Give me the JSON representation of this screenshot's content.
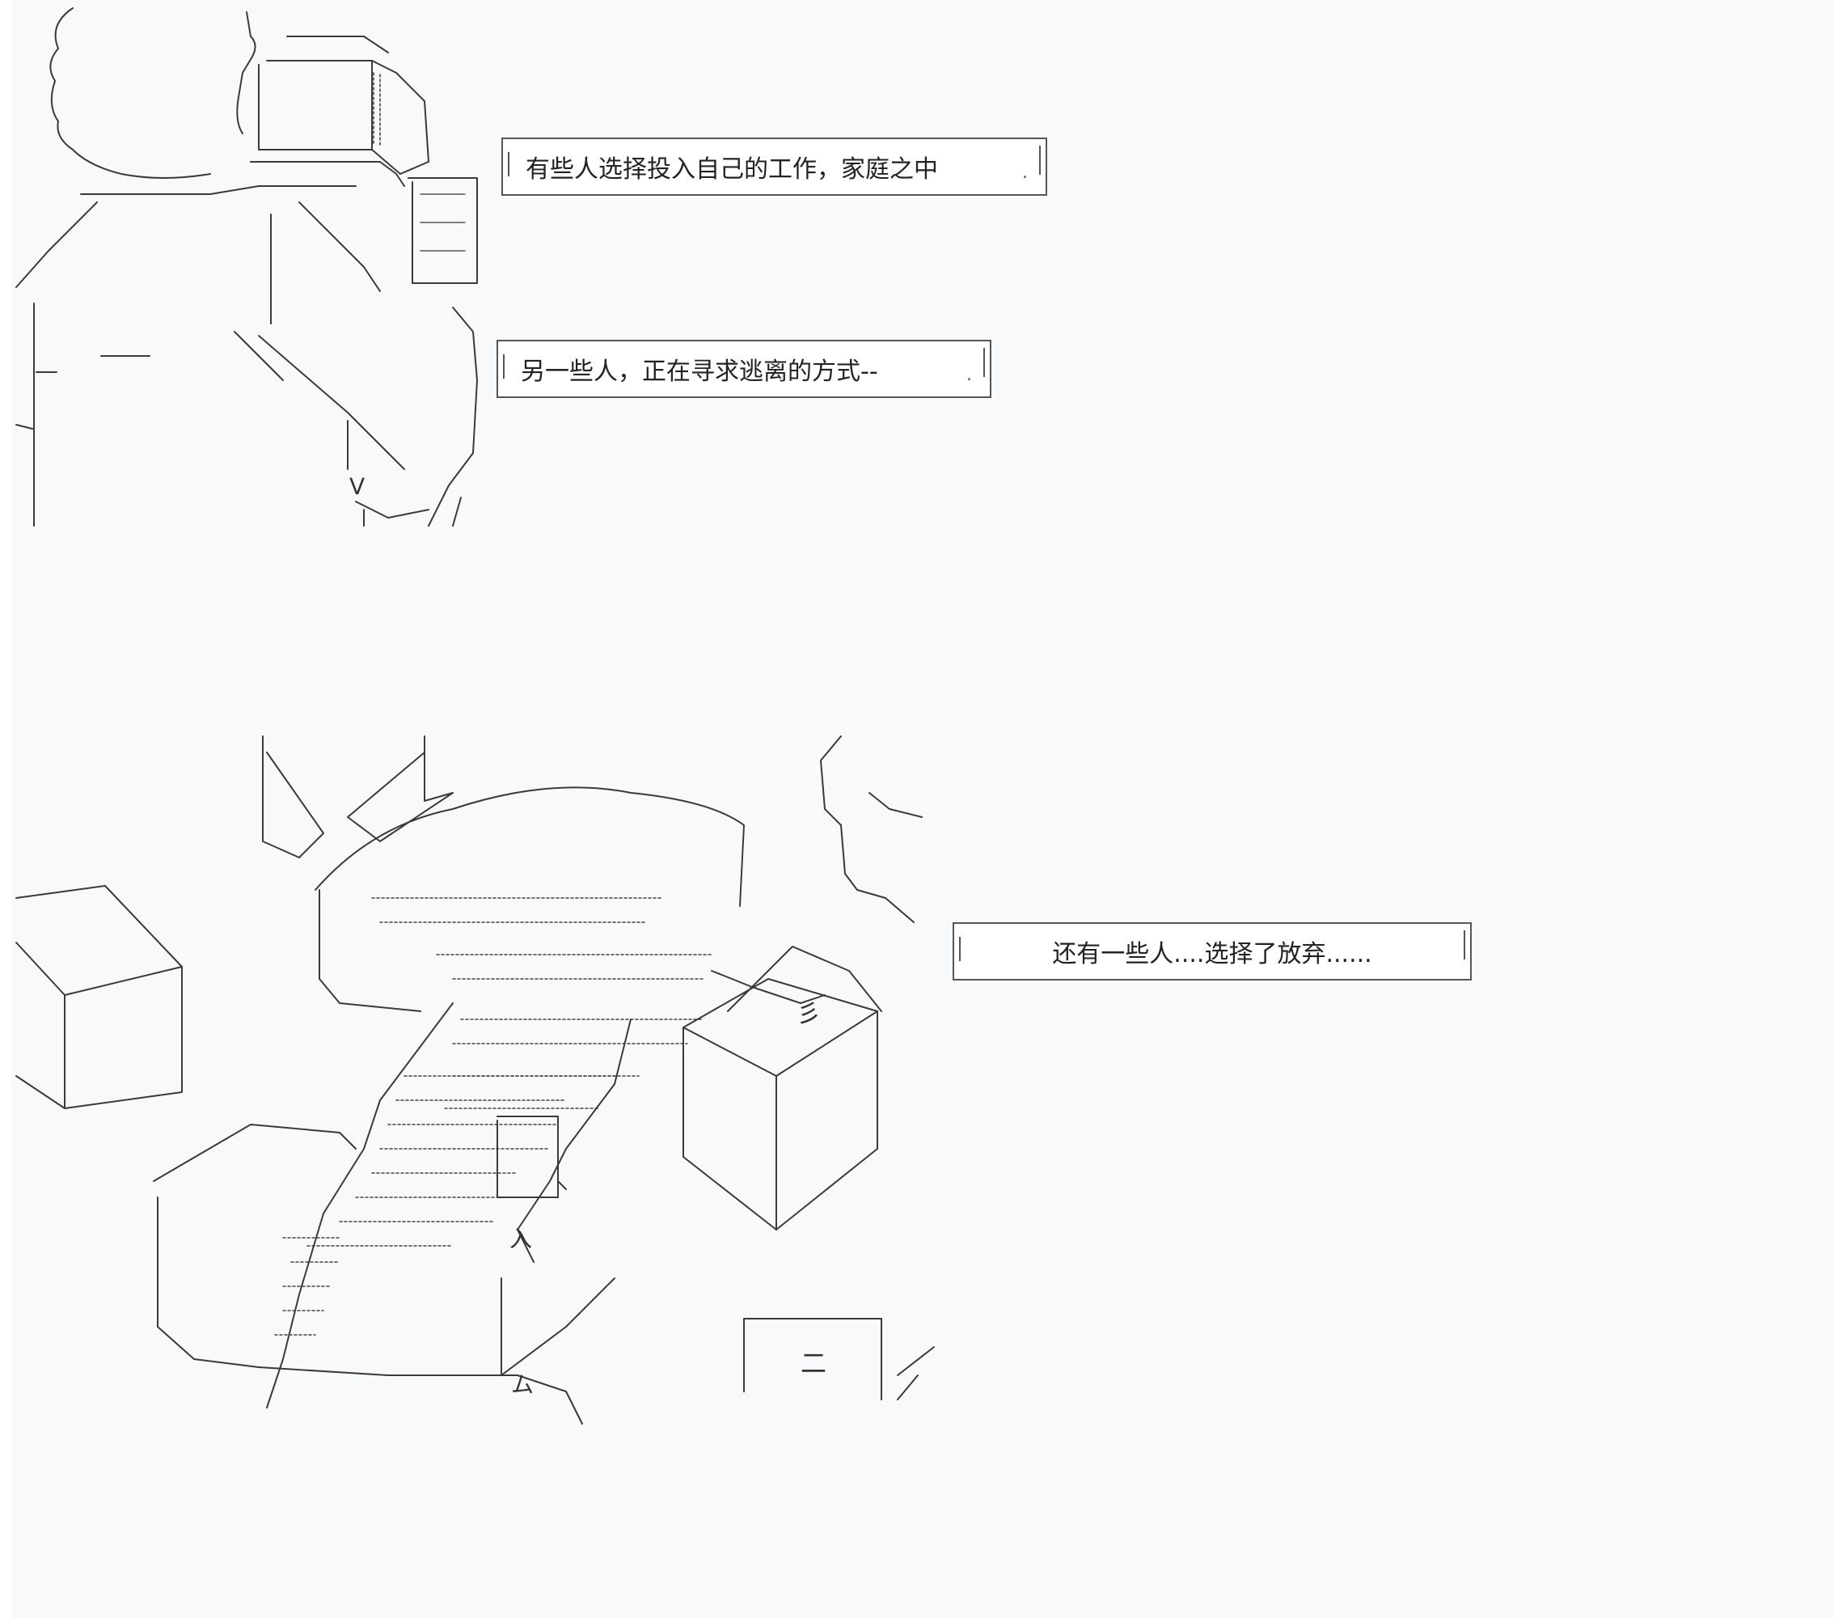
{
  "captions": {
    "first": "有些人选择投入自己的工作，家庭之中",
    "second": "另一些人，正在寻求逃离的方式--",
    "third": "还有一些人....选择了放弃......"
  },
  "art_glyphs": {
    "sign_char": "二",
    "hat_symbol": "Ⅴ",
    "squiggle": "彡",
    "mu_char": "ム",
    "iru_char": "入"
  },
  "colors": {
    "background": "#f8f9fb",
    "line": "#3a3a3a",
    "box_border": "#555555"
  }
}
